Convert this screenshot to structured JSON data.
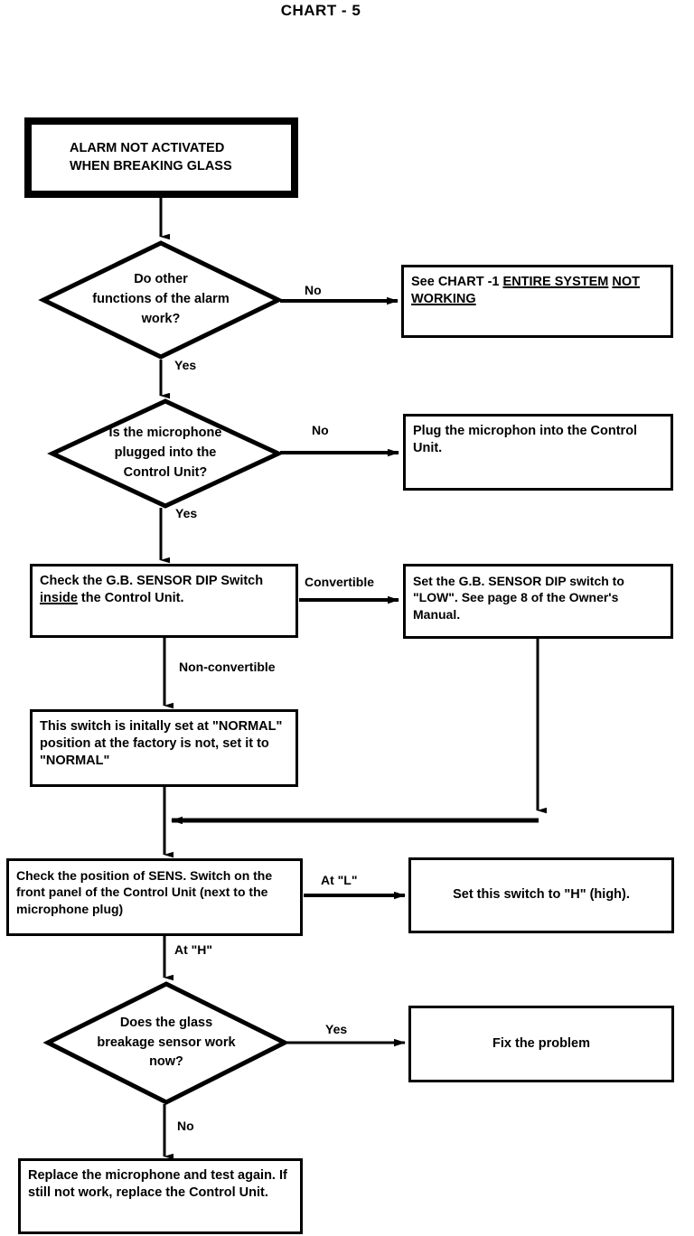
{
  "title": "CHART - 5",
  "chart_data": {
    "type": "diagram",
    "subtype": "troubleshooting-flowchart",
    "title": "CHART - 5",
    "nodes": [
      {
        "id": "start",
        "shape": "terminator",
        "text": "ALARM NOT ACTIVATED\nWHEN BREAKING GLASS"
      },
      {
        "id": "d1",
        "shape": "decision",
        "text": "Do other\nfunctions of the alarm\nwork?"
      },
      {
        "id": "p1",
        "shape": "process",
        "text": "See CHART -1 ENTIRE SYSTEM NOT WORKING",
        "underline_from": "ENTIRE SYSTEM NOT WORKING"
      },
      {
        "id": "d2",
        "shape": "decision",
        "text": "Is the microphone\nplugged into the\nControl Unit?"
      },
      {
        "id": "p2",
        "shape": "process",
        "text": "Plug the microphon into the Control Unit."
      },
      {
        "id": "p3",
        "shape": "process",
        "text": "Check the G.B. SENSOR DIP Switch inside the Control Unit.",
        "underline_word": "inside"
      },
      {
        "id": "p4",
        "shape": "process",
        "text": "Set the G.B. SENSOR DIP switch to \"LOW\".  See page 8 of the Owner's Manual."
      },
      {
        "id": "p5",
        "shape": "process",
        "text": "This switch is initally set at \"NORMAL\" position at the factory is not, set it to \"NORMAL\""
      },
      {
        "id": "p6",
        "shape": "process",
        "text": "Check the position of SENS. Switch on the front panel of the Control Unit (next to the microphone plug)"
      },
      {
        "id": "p7",
        "shape": "process",
        "text": "Set this switch to \"H\" (high)."
      },
      {
        "id": "d3",
        "shape": "decision",
        "text": "Does the glass\nbreakage sensor work\nnow?"
      },
      {
        "id": "p8",
        "shape": "process",
        "text": "Fix the problem"
      },
      {
        "id": "p9",
        "shape": "process",
        "text": "Replace the microphone and test again.  If still not work, replace the Control Unit."
      }
    ],
    "edges": [
      {
        "from": "start",
        "to": "d1",
        "label": ""
      },
      {
        "from": "d1",
        "to": "p1",
        "label": "No"
      },
      {
        "from": "d1",
        "to": "d2",
        "label": "Yes"
      },
      {
        "from": "d2",
        "to": "p2",
        "label": "No"
      },
      {
        "from": "d2",
        "to": "p3",
        "label": "Yes"
      },
      {
        "from": "p3",
        "to": "p4",
        "label": "Convertible"
      },
      {
        "from": "p3",
        "to": "p5",
        "label": "Non-convertible"
      },
      {
        "from": "p4",
        "to": "p6",
        "label": ""
      },
      {
        "from": "p5",
        "to": "p6",
        "label": ""
      },
      {
        "from": "p6",
        "to": "p7",
        "label": "At \"L\""
      },
      {
        "from": "p6",
        "to": "d3",
        "label": "At \"H\""
      },
      {
        "from": "d3",
        "to": "p8",
        "label": "Yes"
      },
      {
        "from": "d3",
        "to": "p9",
        "label": "No"
      }
    ]
  },
  "start_box": {
    "line1": "ALARM NOT ACTIVATED",
    "line2": "WHEN BREAKING GLASS"
  },
  "decision1": {
    "text": "Do other\nfunctions of the alarm\nwork?"
  },
  "decision2": {
    "text": "Is the microphone\nplugged into the\nControl Unit?"
  },
  "decision3": {
    "text": "Does the glass\nbreakage sensor work\nnow?"
  },
  "chart1_box": {
    "prefix": "See CHART -1 ",
    "underlined_a": "ENTIRE SYSTEM",
    "underlined_b": "NOT WORKING"
  },
  "plug_box": {
    "text": "Plug the microphon into the Control Unit."
  },
  "check_dip_box": {
    "part1": "Check the G.B. SENSOR DIP Switch ",
    "underlined": "inside",
    "part2": " the Control Unit."
  },
  "set_dip_box": {
    "text": "Set the G.B. SENSOR DIP switch to \"LOW\".  See page 8 of the Owner's Manual."
  },
  "normal_box": {
    "text": "This switch is initally set at \"NORMAL\" position at the factory is not, set it to \"NORMAL\""
  },
  "sens_box": {
    "text": "Check the position of SENS. Switch on the front panel of the Control Unit (next to the microphone plug)"
  },
  "set_high_box": {
    "text": "Set this switch to \"H\" (high)."
  },
  "fix_box": {
    "text": "Fix the problem"
  },
  "replace_box": {
    "text": "Replace the microphone and test again.  If still not work, replace the Control Unit."
  },
  "labels": {
    "no1": "No",
    "yes1": "Yes",
    "no2": "No",
    "yes2": "Yes",
    "convertible": "Convertible",
    "non_convertible": "Non-convertible",
    "at_l": "At \"L\"",
    "at_h": "At \"H\"",
    "yes3": "Yes",
    "no3": "No"
  },
  "colors": {
    "ink": "#000000",
    "paper": "#ffffff"
  }
}
